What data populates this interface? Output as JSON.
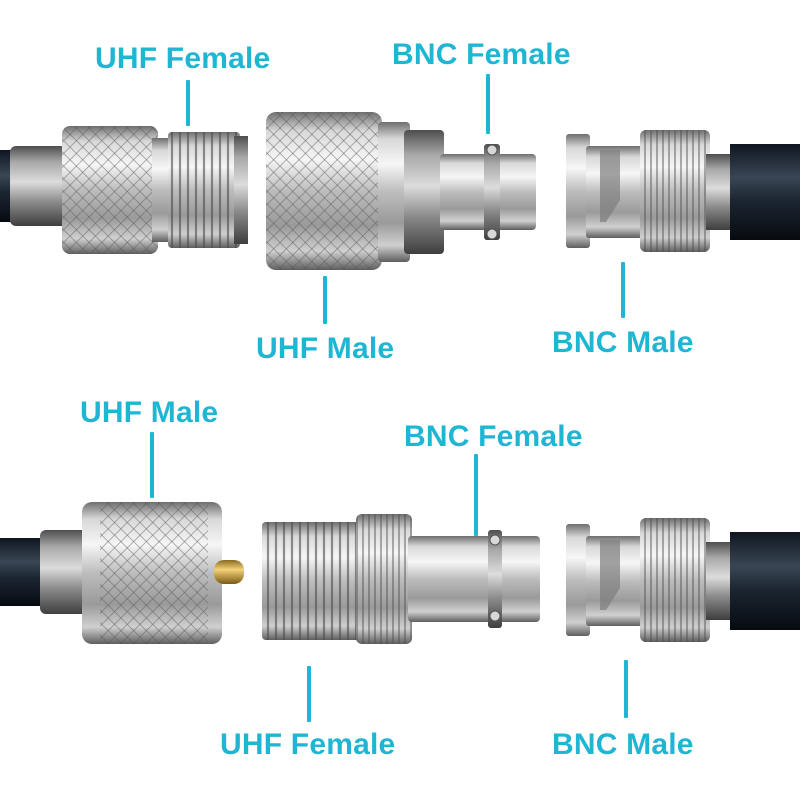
{
  "accent_color": "#1fb6d4",
  "top_row": {
    "labels": {
      "uhf_female": "UHF Female",
      "bnc_female": "BNC Female",
      "uhf_male": "UHF Male",
      "bnc_male": "BNC Male"
    }
  },
  "bottom_row": {
    "labels": {
      "uhf_male": "UHF Male",
      "bnc_female": "BNC Female",
      "uhf_female": "UHF Female",
      "bnc_male": "BNC Male"
    }
  }
}
